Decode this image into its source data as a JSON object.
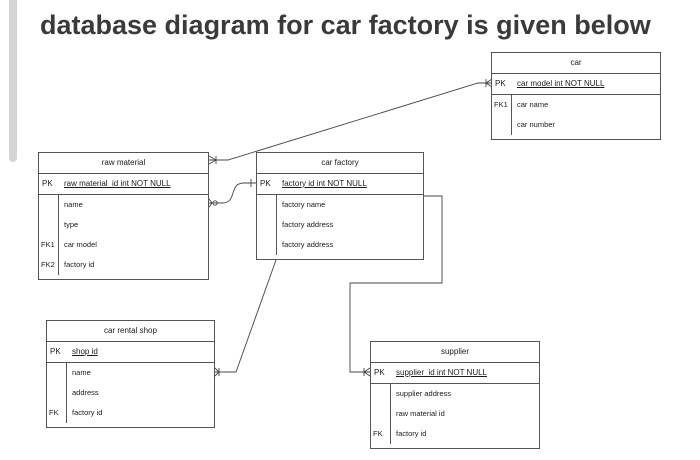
{
  "title": "database diagram for car factory is given below",
  "entities": {
    "car": {
      "name": "car",
      "pk": {
        "key": "PK",
        "field": "car model int NOT NULL"
      },
      "rows": [
        {
          "key": "FK1",
          "field": "car name"
        },
        {
          "key": "",
          "field": "car number"
        }
      ]
    },
    "raw_material": {
      "name": "raw material",
      "pk": {
        "key": "PK",
        "field": "raw material_id int NOT NULL"
      },
      "rows": [
        {
          "key": "",
          "field": "name"
        },
        {
          "key": "",
          "field": "type"
        },
        {
          "key": "FK1",
          "field": "car model"
        },
        {
          "key": "FK2",
          "field": "factory id"
        }
      ]
    },
    "car_factory": {
      "name": "car factory",
      "pk": {
        "key": "PK",
        "field": "factory id int NOT NULL"
      },
      "rows": [
        {
          "key": "",
          "field": "factory name"
        },
        {
          "key": "",
          "field": "factory address"
        },
        {
          "key": "",
          "field": "factory address"
        }
      ]
    },
    "car_rental_shop": {
      "name": "car rental shop",
      "pk": {
        "key": "PK",
        "field": "shop id"
      },
      "rows": [
        {
          "key": "",
          "field": "name"
        },
        {
          "key": "",
          "field": "address"
        },
        {
          "key": "FK",
          "field": "factory id"
        }
      ]
    },
    "supplier": {
      "name": "supplier",
      "pk": {
        "key": "PK",
        "field": "supplier_id int NOT NULL"
      },
      "rows": [
        {
          "key": "",
          "field": "supplier address"
        },
        {
          "key": "",
          "field": "raw material id"
        },
        {
          "key": "FK",
          "field": "factory id"
        }
      ]
    }
  }
}
